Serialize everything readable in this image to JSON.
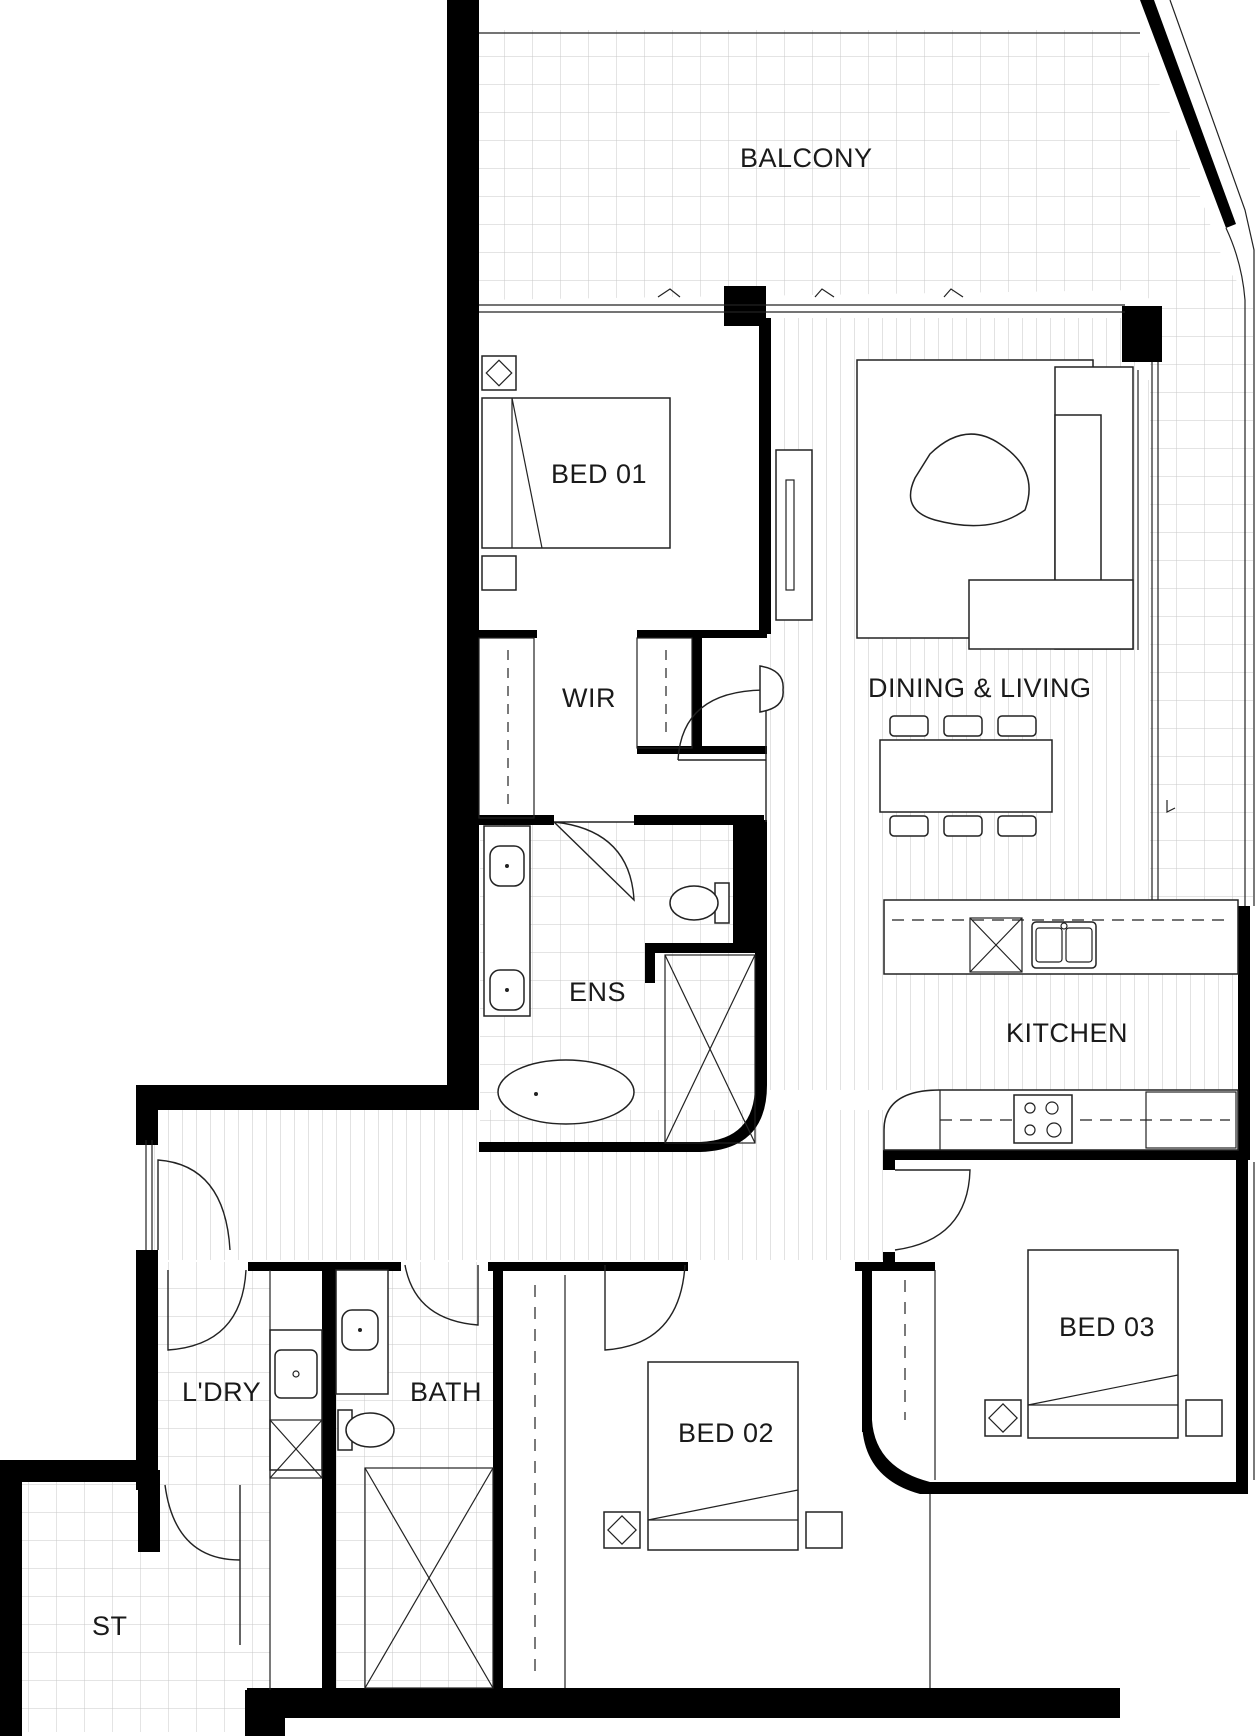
{
  "rooms": {
    "balcony": "BALCONY",
    "bed01": "BED 01",
    "wir": "WIR",
    "dining_living": "DINING & LIVING",
    "ens": "ENS",
    "kitchen": "KITCHEN",
    "bed03": "BED 03",
    "bed02": "BED 02",
    "laundry": "L'DRY",
    "bath": "BATH",
    "storage": "ST"
  },
  "colors": {
    "wall": "#000000",
    "line": "#222222",
    "grid": "#c8c8c8",
    "background": "#ffffff"
  }
}
